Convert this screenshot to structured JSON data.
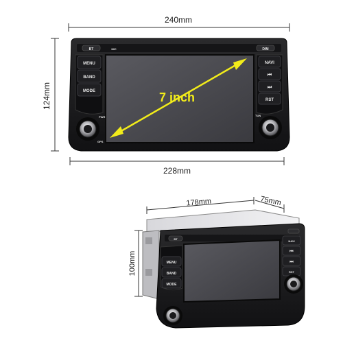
{
  "top_unit": {
    "width_label": "240mm",
    "height_label": "124mm",
    "inner_width_label": "228mm",
    "screen_size_label": "7 inch",
    "buttons_left": [
      "MENU",
      "BAND",
      "MODE"
    ],
    "buttons_right": [
      "NAVI",
      "⏮",
      "⏭",
      "RST"
    ],
    "bt_label": "BT",
    "dim_label": "DIM",
    "pwr_label": "PWR",
    "tun_label": "TUN",
    "gps_label": "GPS",
    "mic_label": "MIC"
  },
  "bottom_unit": {
    "width_label": "178mm",
    "depth_label": "75mm",
    "height_label": "100mm",
    "buttons_left": [
      "MENU",
      "BAND",
      "MODE"
    ],
    "buttons_right": [
      "NAVI",
      "⏮",
      "⏭",
      "RST"
    ],
    "bt_label": "BT"
  },
  "colors": {
    "arrow": "#f2ec1a",
    "bezel": "#1c1c1e",
    "screen": "#4a4a4f",
    "dimension_line": "#333333"
  }
}
